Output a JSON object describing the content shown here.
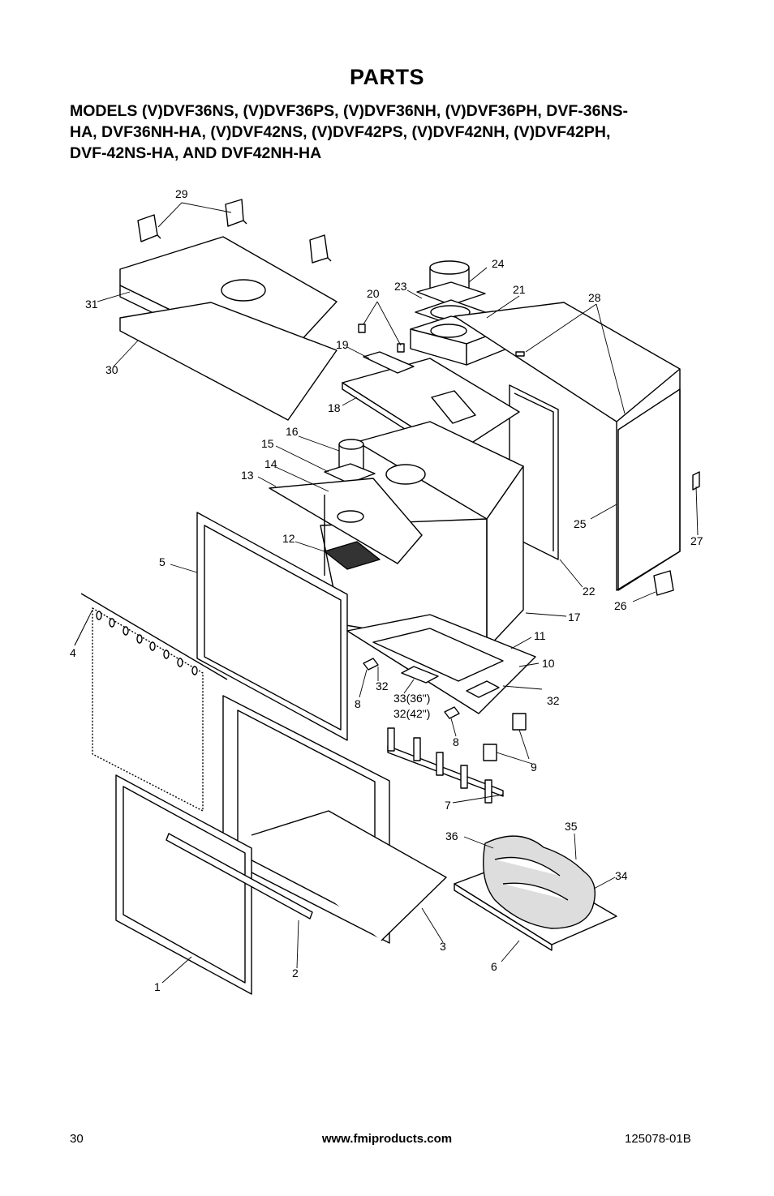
{
  "title": "PARTS",
  "models_lines": [
    "MODELS (V)DVF36NS, (V)DVF36PS, (V)DVF36NH, (V)DVF36PH, DVF-36NS-",
    "HA, DVF36NH-HA, (V)DVF42NS, (V)DVF42PS, (V)DVF42NH, (V)DVF42PH,",
    "DVF-42NS-HA, AND DVF42NH-HA"
  ],
  "callouts": {
    "c1": "1",
    "c2": "2",
    "c3": "3",
    "c4": "4",
    "c5": "5",
    "c6": "6",
    "c7": "7",
    "c8a": "8",
    "c8b": "8",
    "c9": "9",
    "c10": "10",
    "c11": "11",
    "c12": "12",
    "c13": "13",
    "c14": "14",
    "c15": "15",
    "c16": "16",
    "c17": "17",
    "c18": "18",
    "c19": "19",
    "c20": "20",
    "c21": "21",
    "c22": "22",
    "c23": "23",
    "c24": "24",
    "c25": "25",
    "c26": "26",
    "c27": "27",
    "c28": "28",
    "c29": "29",
    "c30": "30",
    "c31": "31",
    "c32a": "32",
    "c32b": "32",
    "c33a": "33(36\")",
    "c33b": "32(42\")",
    "c34": "34",
    "c35": "35",
    "c36": "36"
  },
  "footer": {
    "page_number": "30",
    "website": "www.fmiproducts.com",
    "doc_number": "125078-01B"
  }
}
